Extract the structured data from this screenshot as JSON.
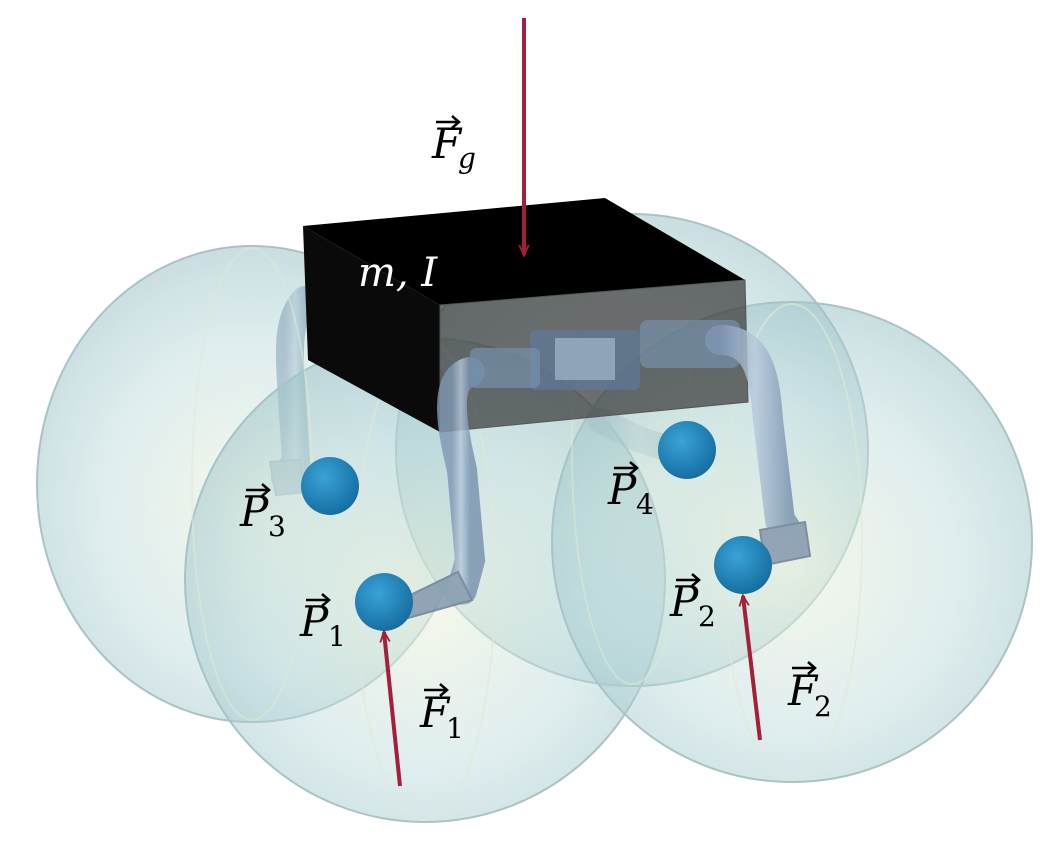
{
  "diagram": {
    "body_label": {
      "main": "m, I"
    },
    "gravity": {
      "symbol": "F",
      "sub": "g"
    },
    "forces": [
      {
        "symbol": "F",
        "sub": "1"
      },
      {
        "symbol": "F",
        "sub": "2"
      }
    ],
    "foot_points": [
      {
        "symbol": "P",
        "sub": "1"
      },
      {
        "symbol": "P",
        "sub": "2"
      },
      {
        "symbol": "P",
        "sub": "3"
      },
      {
        "symbol": "P",
        "sub": "4"
      }
    ],
    "colors": {
      "force_arrow": "#a31f3a",
      "foot_point": "#1f7fb5",
      "body": "#000000",
      "workspace_sphere": "#b9d9dc",
      "leg": "#8aa6c2"
    }
  }
}
